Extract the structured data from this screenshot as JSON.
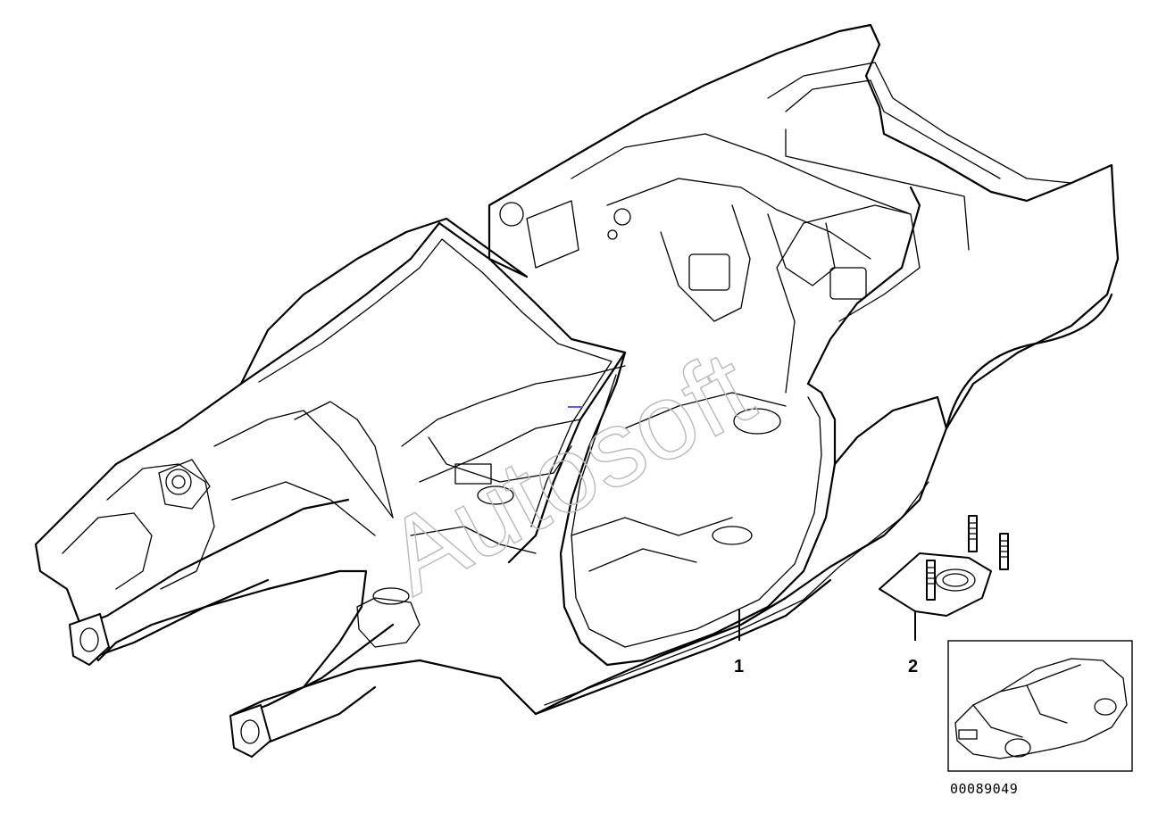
{
  "diagram": {
    "callouts": [
      {
        "number": "1"
      },
      {
        "number": "2"
      }
    ],
    "watermark": "Autosoft",
    "drawing_code": "00089049"
  }
}
